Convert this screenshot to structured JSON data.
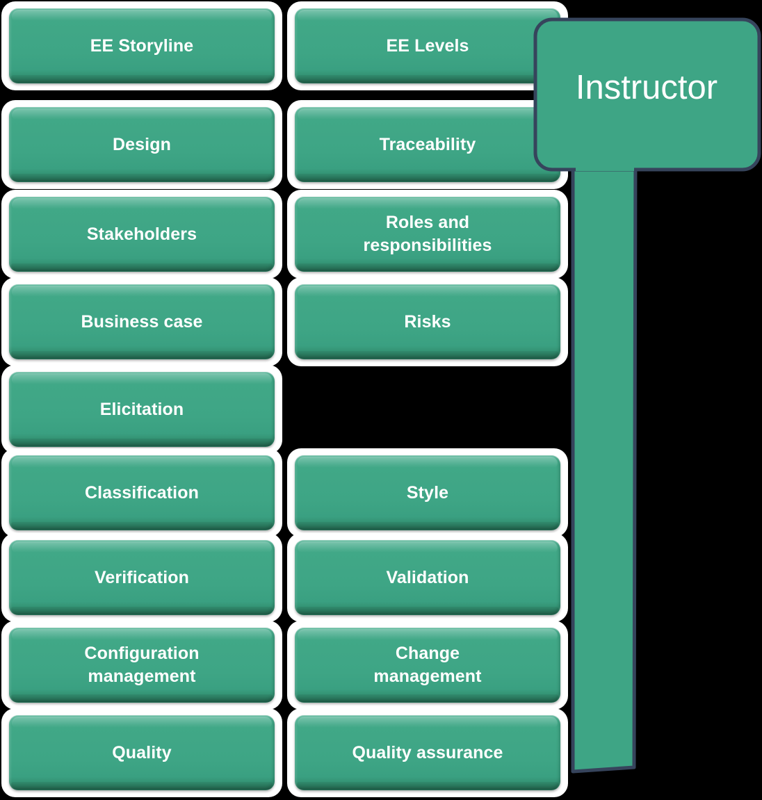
{
  "diagram": {
    "type": "two-column-topic-map",
    "background_color": "#000000",
    "accent_color": "#3ea585",
    "callout_border_color": "#36445c",
    "card_shell_color": "#ffffff",
    "label_color": "#ffffff",
    "columns": [
      {
        "name": "column-left",
        "items": [
          {
            "label": "EE Storyline",
            "row": 1
          },
          {
            "label": "Design",
            "row": 2
          },
          {
            "label": "Stakeholders",
            "row": 3
          },
          {
            "label": "Business case",
            "row": 4
          },
          {
            "label": "Elicitation",
            "row": 5
          },
          {
            "label": "Classification",
            "row": 6
          },
          {
            "label": "Verification",
            "row": 7
          },
          {
            "label": "Configuration\nmanagement",
            "row": 8
          },
          {
            "label": "Quality",
            "row": 9
          }
        ]
      },
      {
        "name": "column-right",
        "items": [
          {
            "label": "EE Levels",
            "row": 1
          },
          {
            "label": "Traceability",
            "row": 2
          },
          {
            "label": "Roles and\nresponsibilities",
            "row": 3
          },
          {
            "label": "Risks",
            "row": 4
          },
          {
            "label": "",
            "row": 5,
            "empty": true
          },
          {
            "label": "Style",
            "row": 6
          },
          {
            "label": "Validation",
            "row": 7
          },
          {
            "label": "Change\nmanagement",
            "row": 8
          },
          {
            "label": "Quality assurance",
            "row": 9
          }
        ]
      }
    ]
  },
  "callout": {
    "label": "Instructor",
    "points_to": "column-right"
  }
}
